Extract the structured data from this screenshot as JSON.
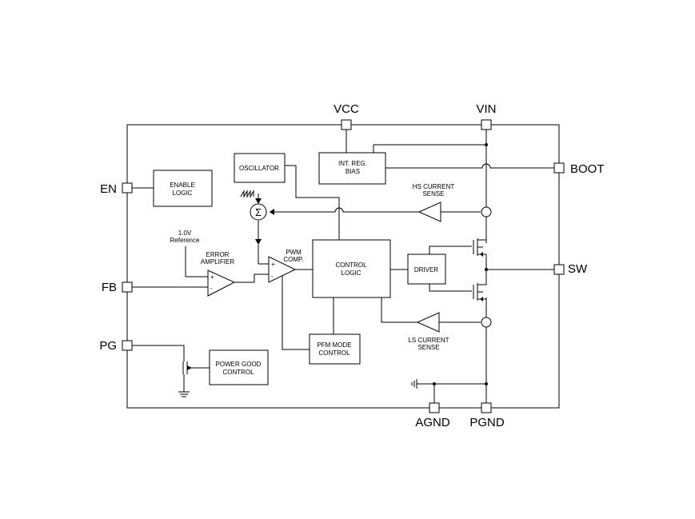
{
  "pins": {
    "vcc": "VCC",
    "vin": "VIN",
    "boot": "BOOT",
    "en": "EN",
    "fb": "FB",
    "pg": "PG",
    "sw": "SW",
    "agnd": "AGND",
    "pgnd": "PGND"
  },
  "blocks": {
    "enable_logic": [
      "ENABLE",
      "LOGIC"
    ],
    "oscillator": "OSCILLATOR",
    "int_reg_bias": [
      "INT. REG.",
      "BIAS"
    ],
    "control_logic": [
      "CONTROL",
      "LOGIC"
    ],
    "driver": "DRIVER",
    "pfm_mode_control": [
      "PFM MODE",
      "CONTROL"
    ],
    "power_good_control": [
      "POWER GOOD",
      "CONTROL"
    ]
  },
  "labels": {
    "reference": [
      "1.0V",
      "Reference"
    ],
    "error_amplifier": [
      "ERROR",
      "AMPLIFIER"
    ],
    "pwm_comp": [
      "PWM",
      "COMP."
    ],
    "hs_current_sense": [
      "HS CURRENT",
      "SENSE"
    ],
    "ls_current_sense": [
      "LS CURRENT",
      "SENSE"
    ],
    "summing": "Σ",
    "plus": "+",
    "minus": "-"
  },
  "colors": {
    "line": "#000000",
    "background": "#ffffff"
  }
}
